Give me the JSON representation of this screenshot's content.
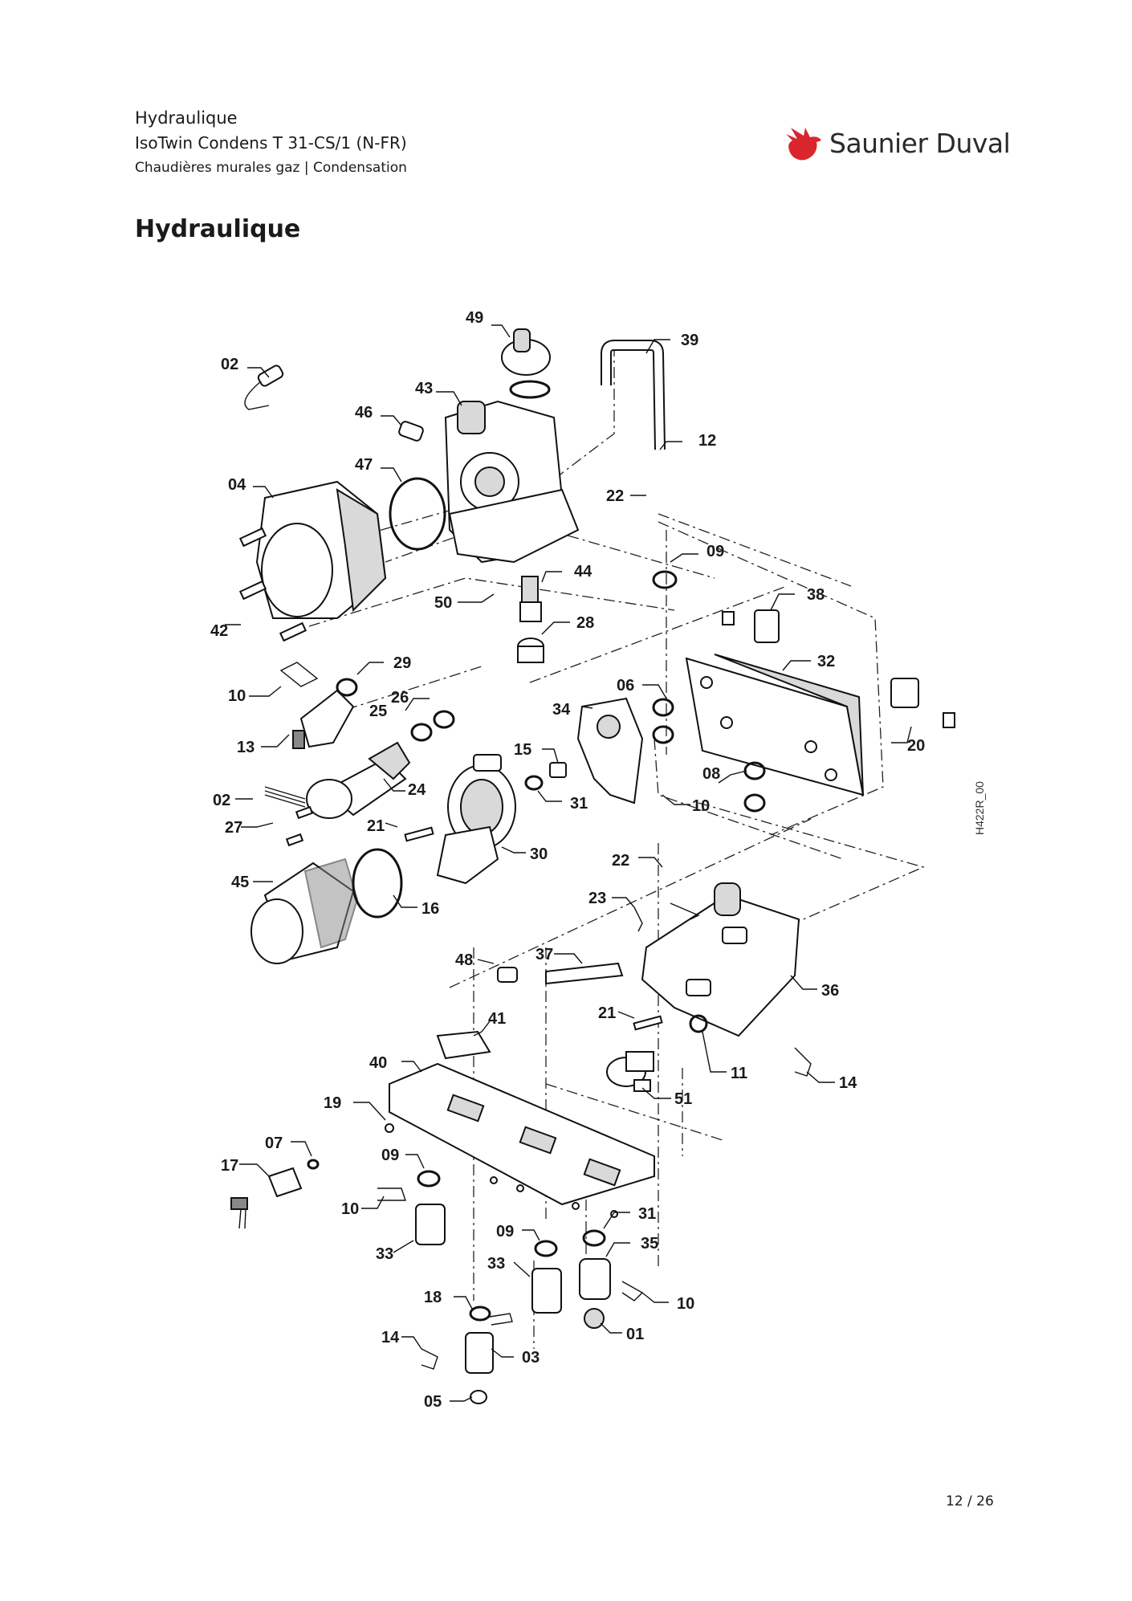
{
  "header": {
    "title": "Hydraulique",
    "model": "IsoTwin Condens T 31-CS/1 (N-FR)",
    "category": "Chaudières murales gaz | Condensation"
  },
  "logo": {
    "text": "Saunier Duval",
    "icon": "bird-logo-icon",
    "color": "#d9262e"
  },
  "section_title": "Hydraulique",
  "diagram": {
    "reference": "H422R_00",
    "labels": [
      "49",
      "39",
      "02",
      "43",
      "46",
      "12",
      "47",
      "22",
      "04",
      "09",
      "44",
      "38",
      "50",
      "28",
      "42",
      "32",
      "29",
      "06",
      "10",
      "26",
      "25",
      "34",
      "20",
      "13",
      "15",
      "08",
      "02",
      "24",
      "31",
      "10",
      "27",
      "21",
      "30",
      "22",
      "45",
      "16",
      "23",
      "48",
      "37",
      "36",
      "21",
      "41",
      "40",
      "11",
      "14",
      "51",
      "19",
      "07",
      "17",
      "09",
      "10",
      "31",
      "09",
      "35",
      "33",
      "33",
      "18",
      "10",
      "01",
      "14",
      "03",
      "05"
    ]
  },
  "page": {
    "number": "12 / 26"
  }
}
